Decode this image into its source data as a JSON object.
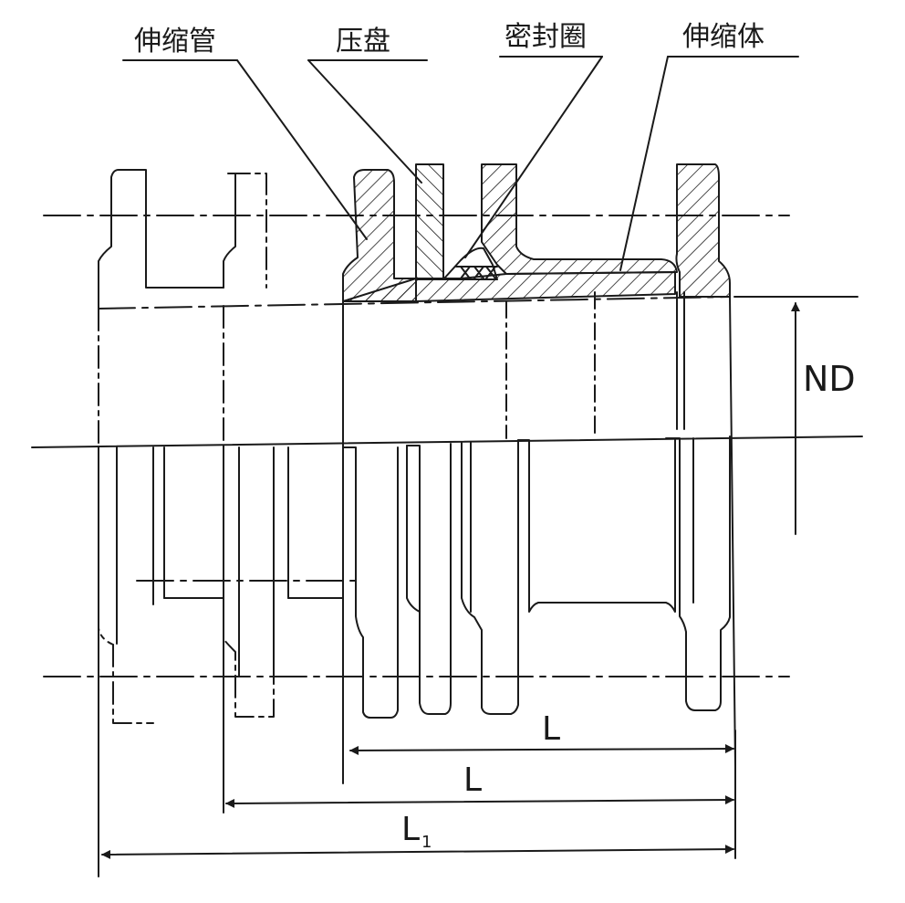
{
  "labels": {
    "expansion_pipe": "伸缩管",
    "gland": "压盘",
    "seal_ring": "密封圈",
    "expansion_body": "伸缩体"
  },
  "dimensions": {
    "nominal_diameter": "ND",
    "length_1": "L",
    "length_2": "L",
    "total_length_main": "L",
    "total_length_sub": "1"
  },
  "colors": {
    "line": "#1a1a1a",
    "background": "#ffffff"
  }
}
